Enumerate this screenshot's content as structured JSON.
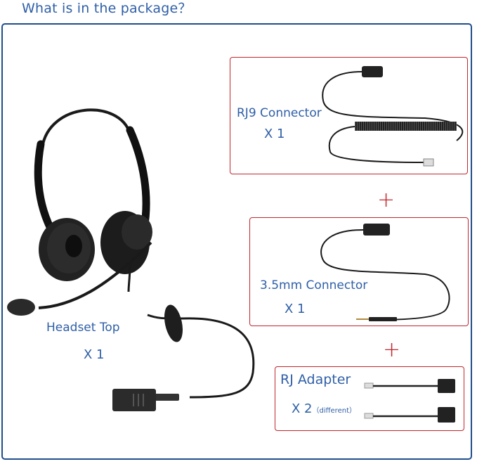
{
  "header": {
    "title": "What is in the package？"
  },
  "items": [
    {
      "id": "rj9",
      "label": "RJ9 Connector",
      "quantity": "X 1"
    },
    {
      "id": "3_5mm",
      "label": "3.5mm Connector",
      "quantity": "X 1"
    },
    {
      "id": "rj_adapter",
      "label": "RJ Adapter",
      "quantity": "X 2",
      "note": "（different）"
    },
    {
      "id": "headset",
      "label": "Headset Top",
      "quantity": "X 1"
    }
  ],
  "separators": {
    "plus": "+"
  },
  "colors": {
    "text_blue": "#2f5fa7",
    "frame_blue": "#1f4e8c",
    "box_red": "#c0262d"
  }
}
